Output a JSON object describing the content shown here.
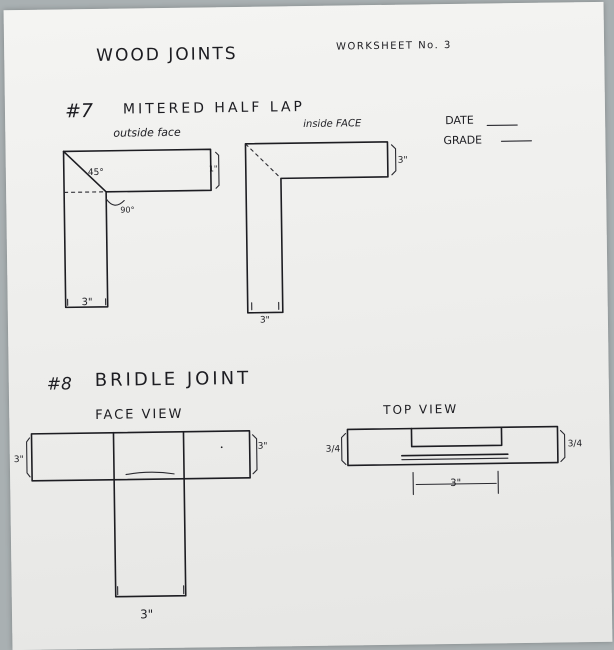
{
  "worksheet": {
    "title": "WOOD JOINTS",
    "number": "WORKSHEET No. 3",
    "date_label": "DATE",
    "grade_label": "GRADE"
  },
  "joint7": {
    "number": "#7",
    "name": "MITERED HALF LAP",
    "outside_label": "outside face",
    "inside_label": "inside FACE",
    "angle45": "45°",
    "angle90": "90°",
    "dim_side": "1\"",
    "dim_bottom": "3\"",
    "dim_inside_side": "3\"",
    "dim_inside_bottom": "3\""
  },
  "joint8": {
    "number": "#8",
    "name": "BRIDLE JOINT",
    "face_view_label": "FACE VIEW",
    "top_view_label": "TOP VIEW",
    "dim_left": "3\"",
    "dim_right": "3\"",
    "dim_bottom": "3\"",
    "top_dim_left": "3/4",
    "top_dim_right": "3/4",
    "top_dim_center": "3\""
  }
}
